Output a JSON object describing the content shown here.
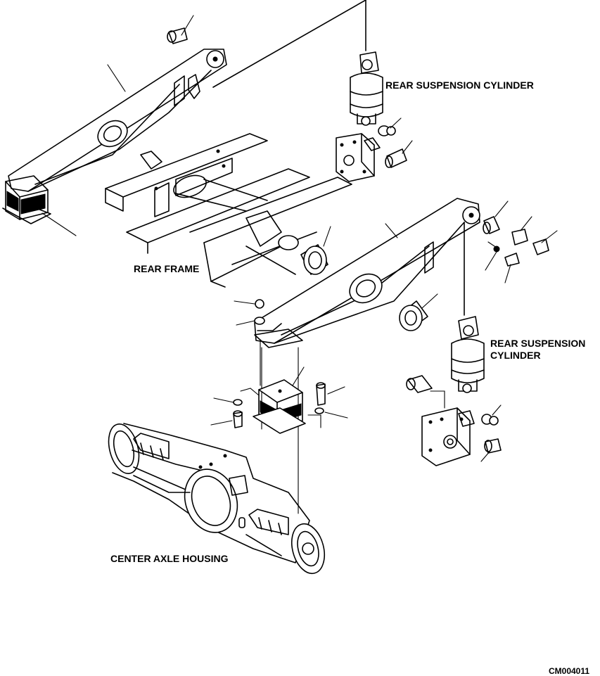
{
  "labels": {
    "rear_suspension_cylinder_top": "REAR SUSPENSION CYLINDER",
    "rear_frame": "REAR FRAME",
    "rear_suspension_cylinder_right_line1": "REAR SUSPENSION",
    "rear_suspension_cylinder_right_line2": "CYLINDER",
    "center_axle_housing": "CENTER AXLE HOUSING",
    "figure_code": "CM004011"
  },
  "colors": {
    "ink": "#000000",
    "paper": "#ffffff"
  }
}
